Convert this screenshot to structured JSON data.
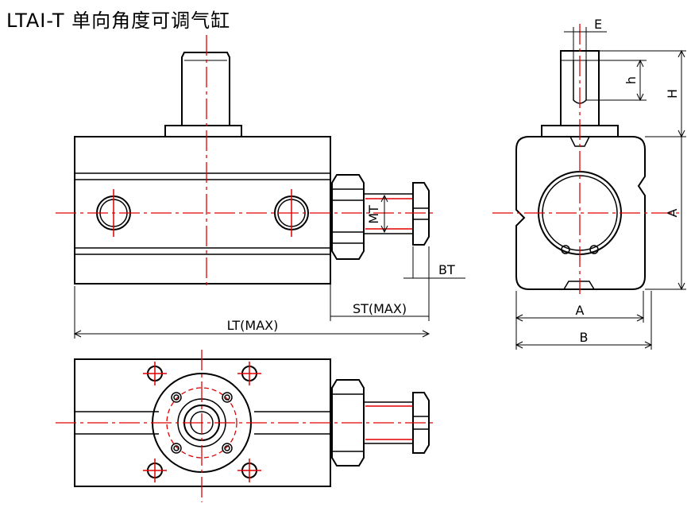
{
  "title": "LTAI-T 单向角度可调气缸",
  "dimensions": {
    "MT": "MT",
    "BT": "BT",
    "ST": "ST(MAX)",
    "LT": "LT(MAX)",
    "E": "E",
    "h": "h",
    "H": "H",
    "A_vertical": "A",
    "A_horizontal": "A",
    "B": "B"
  },
  "colors": {
    "outline": "#000000",
    "centerline": "#e00000"
  }
}
